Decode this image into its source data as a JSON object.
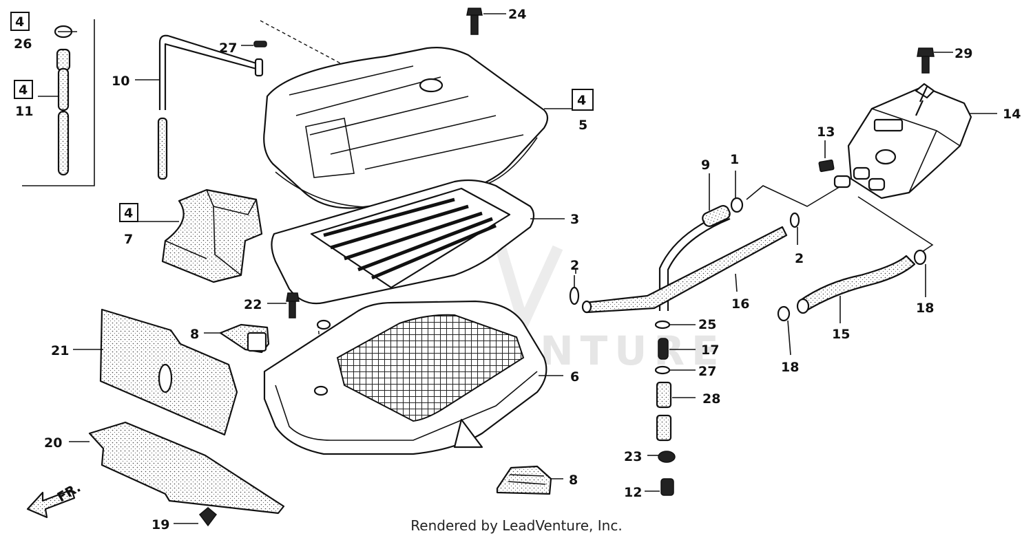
{
  "diagram": {
    "callouts": {
      "c1": "1",
      "c2a": "2",
      "c2b": "2",
      "c3": "3",
      "c4a": "4",
      "c4b": "4",
      "c4c": "4",
      "c4d": "4",
      "c5": "5",
      "c6": "6",
      "c7": "7",
      "c8a": "8",
      "c8b": "8",
      "c9": "9",
      "c10": "10",
      "c11": "11",
      "c12": "12",
      "c13": "13",
      "c14": "14",
      "c15": "15",
      "c16": "16",
      "c17": "17",
      "c18a": "18",
      "c18b": "18",
      "c19": "19",
      "c20": "20",
      "c21": "21",
      "c22": "22",
      "c23": "23",
      "c24": "24",
      "c25": "25",
      "c26": "26",
      "c27a": "27",
      "c27b": "27",
      "c28": "28",
      "c29": "29"
    },
    "front_arrow_label": "FR.",
    "watermark": "LEADVENTURE"
  },
  "footer": {
    "credit": "Rendered by LeadVenture, Inc."
  }
}
